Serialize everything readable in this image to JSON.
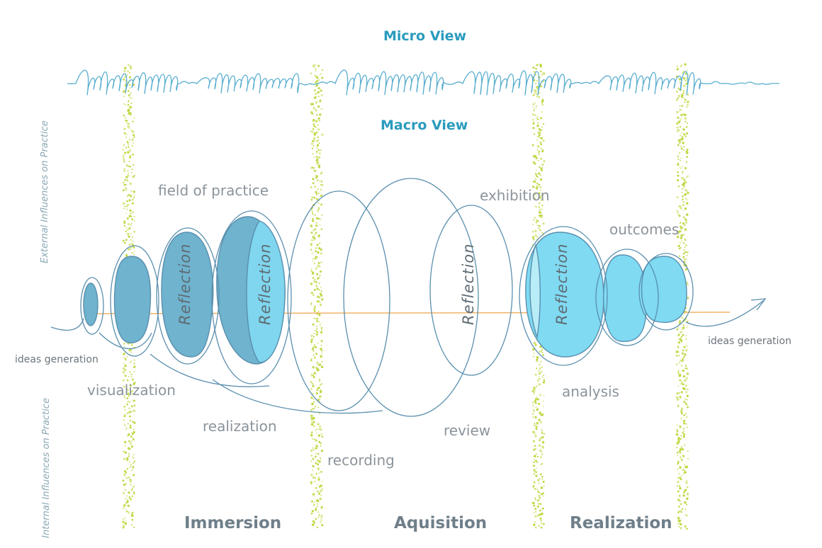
{
  "headings": {
    "micro_view": "Micro View",
    "macro_view": "Macro View"
  },
  "side_labels": {
    "external": "External Influences on Practice",
    "internal": "Internal Influences on Practice"
  },
  "labels": {
    "field_of_practice": "field of practice",
    "exhibition": "exhibition",
    "outcomes": "outcomes",
    "ideas_generation_left": "ideas generation",
    "ideas_generation_right": "ideas generation",
    "visualization": "visualization",
    "realization": "realization",
    "recording": "recording",
    "review": "review",
    "analysis": "analysis"
  },
  "reflection_labels": [
    "Reflection",
    "Reflection",
    "Reflection",
    "Reflection"
  ],
  "phases": [
    "Immersion",
    "Aquisition",
    "Realization"
  ],
  "colors": {
    "heading": "#2a9bbd",
    "outline": "#5a8fae",
    "fill_immersion": "#6fb3ce",
    "fill_realization": "#7fdaf2",
    "dotted_column": "#c3d84a",
    "timeline": "#f0b46a",
    "label_text": "#8b949b"
  }
}
